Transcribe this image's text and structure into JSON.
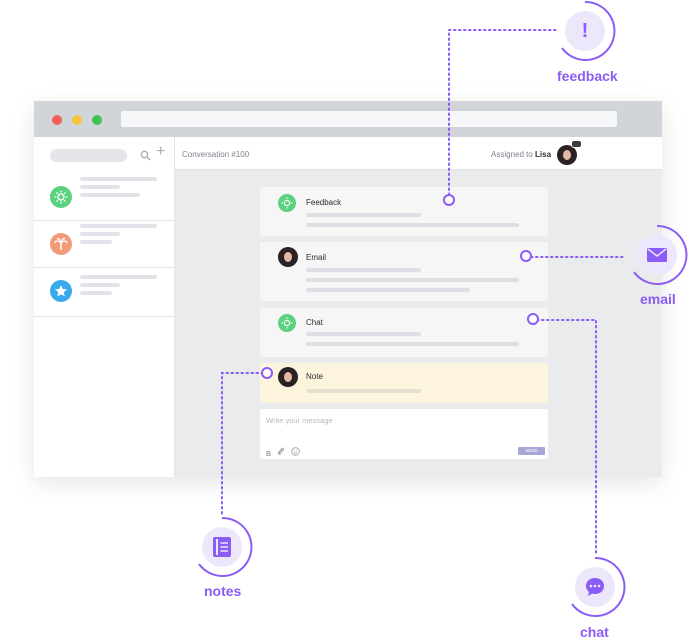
{
  "window": {
    "traffic_lights": [
      "#f26158",
      "#f9c33b",
      "#40c353"
    ],
    "sidebar": {
      "search_icon": "search-icon",
      "add_icon": "plus-icon",
      "add_symbol": "+",
      "items": [
        {
          "icon": "sun-icon",
          "color": "#5bd27f"
        },
        {
          "icon": "palm-tree-icon",
          "color": "#f29b78"
        },
        {
          "icon": "star-icon",
          "color": "#39a9ee"
        }
      ]
    },
    "conversation": {
      "title": "Conversation #100",
      "assigned_prefix": "Assigned to",
      "assignee": "Lisa"
    },
    "messages": [
      {
        "label": "Feedback",
        "icon": "sun-icon"
      },
      {
        "label": "Email",
        "icon": "avatar"
      },
      {
        "label": "Chat",
        "icon": "sun-icon"
      },
      {
        "label": "Note",
        "icon": "avatar"
      }
    ],
    "composer": {
      "placeholder": "Write your message",
      "tools": [
        "B",
        "paperclip-icon",
        "smile-icon"
      ],
      "send_label": "SEND"
    }
  },
  "callouts": {
    "feedback": {
      "label": "feedback",
      "icon": "exclamation-icon",
      "symbol": "!"
    },
    "email": {
      "label": "email",
      "icon": "envelope-icon"
    },
    "notes": {
      "label": "notes",
      "icon": "notebook-icon"
    },
    "chat": {
      "label": "chat",
      "icon": "chat-bubble-icon"
    }
  },
  "colors": {
    "accent": "#8b5cf6",
    "note_bg": "#fdf4dd",
    "card_bg": "#f6f6f7",
    "main_bg": "#e9ebed"
  }
}
